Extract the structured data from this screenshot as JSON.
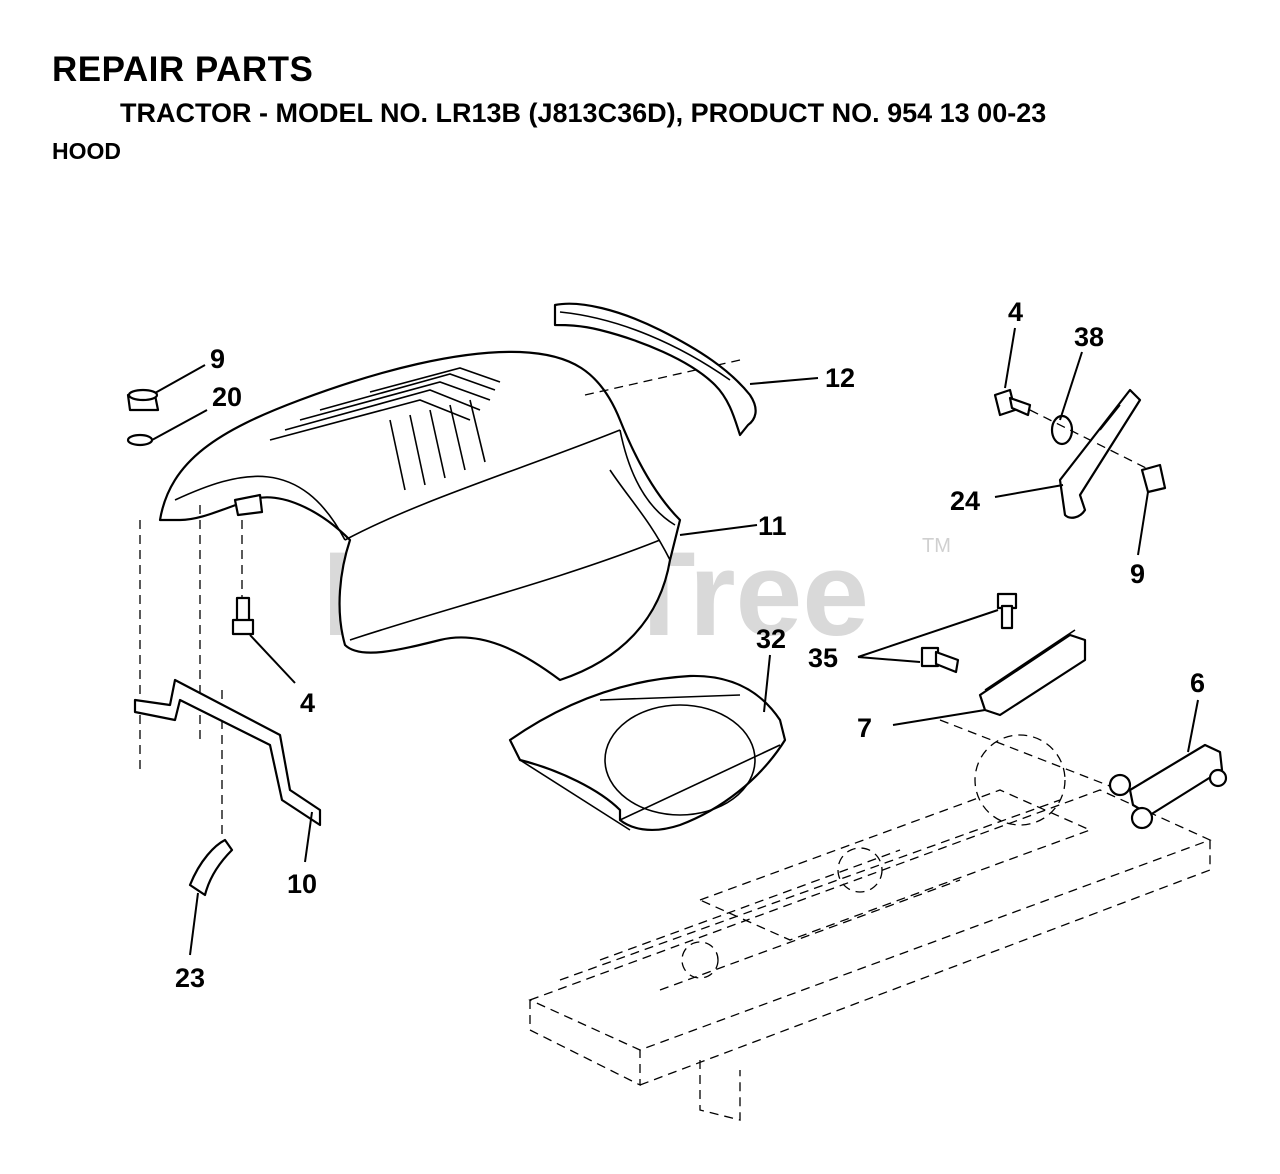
{
  "header": {
    "title": "REPAIR PARTS",
    "subtitle": "TRACTOR - MODEL NO. LR13B (J813C36D), PRODUCT NO. 954 13 00-23",
    "section": "HOOD"
  },
  "watermark": {
    "text": "PartsTree",
    "tm": "TM"
  },
  "callouts": {
    "c9a": "9",
    "c20": "20",
    "c4a": "4",
    "c10": "10",
    "c23": "23",
    "c12": "12",
    "c11": "11",
    "c32": "32",
    "c4b": "4",
    "c38": "38",
    "c24": "24",
    "c9b": "9",
    "c35": "35",
    "c7": "7",
    "c6": "6"
  }
}
